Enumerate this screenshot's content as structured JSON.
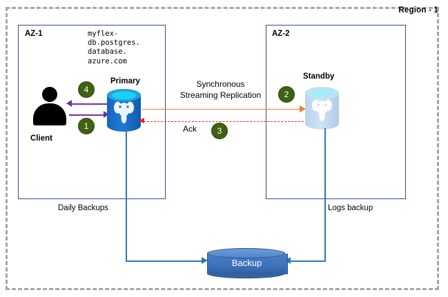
{
  "diagram": {
    "region": {
      "label": "Region - 1"
    },
    "zones": [
      {
        "id": "az1",
        "label": "AZ-1"
      },
      {
        "id": "az2",
        "label": "AZ-2"
      }
    ],
    "hostname": "myflex-\ndb.postgres.\ndatabase.\nazure.com",
    "nodes": {
      "client": {
        "label": "Client",
        "icon": "user-icon"
      },
      "primary": {
        "label": "Primary",
        "icon": "postgresql-database-icon"
      },
      "standby": {
        "label": "Standby",
        "icon": "postgresql-database-icon"
      },
      "backup": {
        "label": "Backup",
        "icon": "storage-cylinder-icon"
      }
    },
    "flows": {
      "request": {
        "step": "1",
        "direction": "client-to-primary"
      },
      "replication": {
        "step": "2",
        "label": "Synchronous\nStreaming Replication"
      },
      "ack": {
        "step": "3",
        "label": "Ack"
      },
      "response": {
        "step": "4",
        "direction": "primary-to-client"
      },
      "daily_backups": {
        "label": "Daily Backups"
      },
      "logs_backup": {
        "label": "Logs backup"
      }
    },
    "colors": {
      "region_border": "#a6a6a6",
      "az_border": "#2e4f82",
      "badge": "#3f6212",
      "client_arrow": "#7030a0",
      "replication_arrow": "#ed7d31",
      "ack_arrow": "#ff2020",
      "backup_line": "#2e75b6",
      "backup_cylinder": "#3f73bd"
    }
  }
}
